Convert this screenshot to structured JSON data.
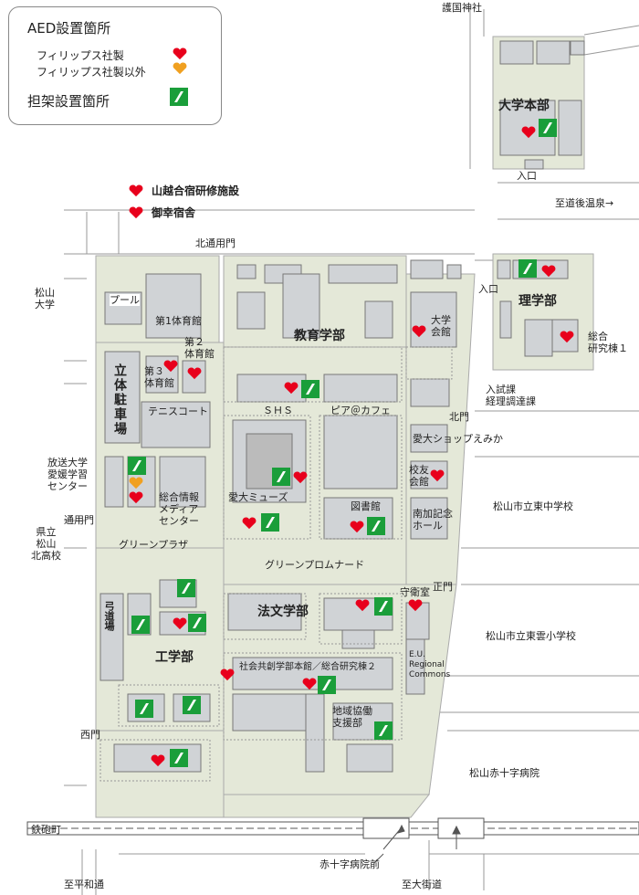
{
  "legend": {
    "title": "AED設置箇所",
    "philips": "フィリップス社製",
    "non_philips": "フィリップス社製以外",
    "stretcher": "担架設置箇所"
  },
  "colors": {
    "aed_philips": "#e8001c",
    "aed_other": "#f0a020",
    "stretcher_bg": "#1a9e3a",
    "campus": "#e4e8d8",
    "building": "#d0d3d6"
  },
  "facilities": {
    "yamagoshi": "山越合宿研修施設",
    "gokou": "御幸宿舎"
  },
  "faculties": {
    "honbu": "大学本部",
    "rigaku": "理学部",
    "kyoiku": "教育学部",
    "hobun": "法文学部",
    "kogaku": "工学部"
  },
  "buildings": {
    "pool": "プール",
    "gym1": "第1体育館",
    "gym2": "第２\n体育館",
    "gym3": "第３\n体育館",
    "parking": "立体駐車場",
    "tennis": "テニスコート",
    "houso": "放送大学\n愛媛学習\nセンター",
    "media": "総合情報\nメディア\nセンター",
    "green_plaza": "グリーンプラザ",
    "kyudojo": "弓道場",
    "daigaku_kaikan": "大学\n会館",
    "nyushi": "入試課\n経理調達課",
    "shop": "愛大ショップえみか",
    "koyu": "校友\n会館",
    "nanka": "南加記念\nホール",
    "sogo1": "総合\n研究棟１",
    "shs": "ＳＨＳ",
    "pia": "ピア＠カフェ",
    "muse": "愛大ミューズ",
    "toshokan": "図書館",
    "promenade": "グリーンプロムナード",
    "shukei": "守衛室",
    "eu": "E.U.\nRegional\nCommons",
    "shakyo": "社会共創学部本館／総合研究棟２",
    "chiiki": "地域協働\n支援部"
  },
  "places": {
    "gokoku": "護国神社",
    "onsen": "至道後温泉→",
    "matsuyama_u": "松山\n大学",
    "kenritsu": "県立\n松山\n北高校",
    "higashi_chu": "松山市立東中学校",
    "tooun": "松山市立東雲小学校",
    "sekijuji": "松山赤十字病院",
    "teppocho": "鉄砲町",
    "sekijuji_mae": "赤十字病院前",
    "heiwadori": "至平和通",
    "okaido": "至大街道"
  },
  "gates": {
    "north": "北通用門",
    "entrance_hq": "入口",
    "entrance_sci": "入口",
    "kitamon": "北門",
    "tsuyomon": "通用門",
    "seimon": "正門",
    "nishimon": "西門"
  }
}
